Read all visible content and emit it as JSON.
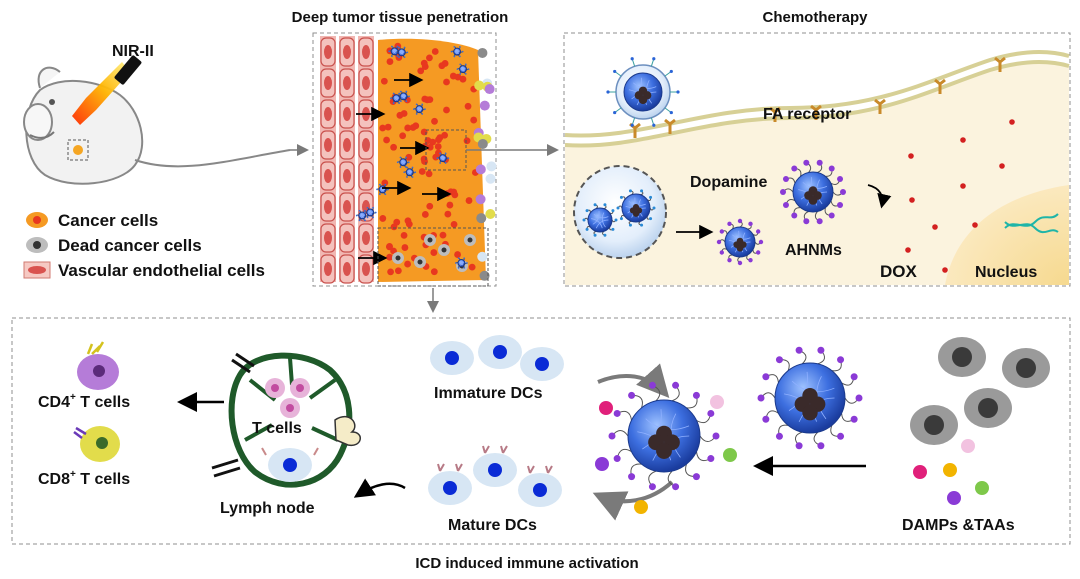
{
  "titles": {
    "penetration": "Deep tumor tissue penetration",
    "chemotherapy": "Chemotherapy",
    "immune": "ICD induced immune activation"
  },
  "laser_label": "NIR-II",
  "legend": [
    {
      "label": "Cancer cells",
      "icon": "cancer-cell-icon",
      "color": "#e8381f"
    },
    {
      "label": "Dead cancer cells",
      "icon": "dead-cell-icon",
      "color": "#6b6b6b"
    },
    {
      "label": "Vascular endothelial cells",
      "icon": "endothelial-cell-icon",
      "color": "#e79590"
    }
  ],
  "chemo_labels": {
    "receptor": "FA receptor",
    "dopamine": "Dopamine",
    "ahnms": "AHNMs",
    "dox": "DOX",
    "nucleus": "Nucleus"
  },
  "immune_labels": {
    "cd4_prefix": "CD4",
    "cd4_suffix": " T cells",
    "cd8_prefix": "CD8",
    "cd8_suffix": " T cells",
    "plus": "+",
    "t_cells": "T cells",
    "lymph_node": "Lymph node",
    "immature": "Immature DCs",
    "mature": "Mature DCs",
    "damps": "DAMPs &TAAs"
  },
  "colors": {
    "cancer_orange": "#f59a23",
    "cancer_red": "#e8381f",
    "vessel": "#c9524e",
    "vessel_light": "#f1b7b2",
    "nanoparticle": "#2f5fd0",
    "membrane": "#d9d39a",
    "receptor": "#c98a2a",
    "dc_fill": "#d7e6f4",
    "dc_nucleus": "#0a2bd6",
    "lymph_outline": "#1f5a2a",
    "dead_gray": "#8a8a8a",
    "panel_border": "#8f8f8f"
  }
}
